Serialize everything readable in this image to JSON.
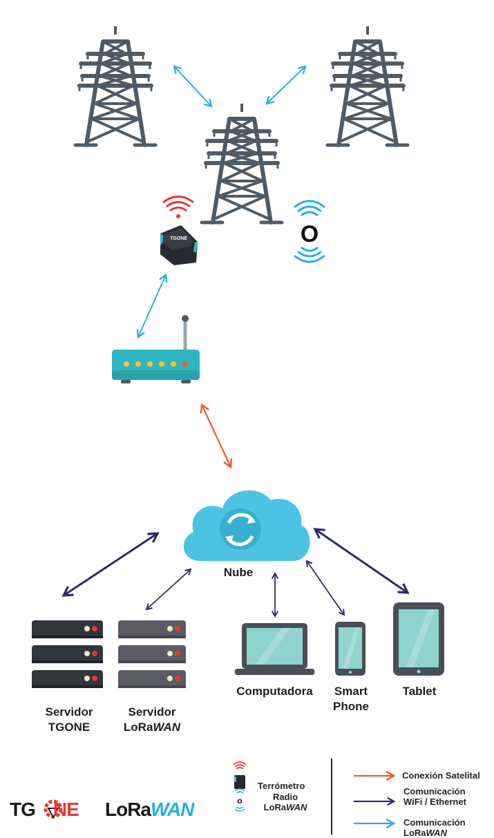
{
  "colors": {
    "tower": "#4f5b66",
    "lora": "#25aee5",
    "satellite": "#ef5a2a",
    "wifi": "#2a2a6a",
    "cloud": "#4cc3e3",
    "router": "#2fb6c2",
    "server_dark": "#31353e",
    "server_mid": "#5a5b64",
    "device_body": "#4a4e57",
    "device_screen": "#8fd3cf",
    "tgone_red": "#e53935"
  },
  "icons": {
    "tower": "transmission-tower-icon",
    "terrometro": "terrometro-device-icon",
    "radio": "lorawan-radio-icon",
    "router": "router-icon",
    "cloud": "cloud-sync-icon",
    "server": "server-rack-icon",
    "laptop": "laptop-icon",
    "phone": "smartphone-icon",
    "tablet": "tablet-icon"
  },
  "nodes": {
    "radio_glyph": "O",
    "cloud": "Nube",
    "server_tgone_line1": "Servidor",
    "server_tgone_line2": "TGONE",
    "server_lora_line1": "Servidor",
    "server_lora_line2a": "LoRa",
    "server_lora_line2b": "WAN",
    "computer": "Computadora",
    "smartphone_line1": "Smart",
    "smartphone_line2": "Phone",
    "tablet": "Tablet",
    "device_brand": "TGONE"
  },
  "legend": {
    "terrometro": "Terrómetro",
    "radio_line1": "Radio",
    "radio_line2a": "LoRa",
    "radio_line2b": "WAN",
    "satellite": "Conexión Satelital",
    "wifi_line1": "Comunicación",
    "wifi_line2": "WiFi / Ethernet",
    "lora_line1": "Comunicación",
    "lora_line2a": "LoRa",
    "lora_line2b": "WAN"
  },
  "brands": {
    "tgone_a": "TG",
    "tgone_b": "NE",
    "lorawan_a": "LoRa",
    "lorawan_b": "WAN"
  }
}
